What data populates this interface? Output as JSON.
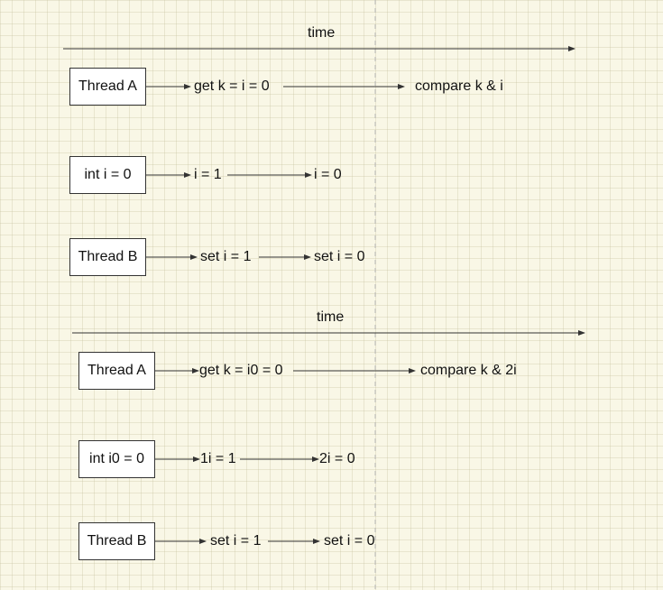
{
  "diagrams": [
    {
      "time_label": "time",
      "rows": [
        {
          "box": "Thread A",
          "steps": [
            "get k = i = 0",
            "compare k & i"
          ]
        },
        {
          "box": "int i = 0",
          "steps": [
            "i = 1",
            "i = 0"
          ]
        },
        {
          "box": "Thread B",
          "steps": [
            "set i = 1",
            "set i = 0"
          ]
        }
      ]
    },
    {
      "time_label": "time",
      "rows": [
        {
          "box": "Thread A",
          "steps": [
            "get k = i0 = 0",
            "compare k & 2i"
          ]
        },
        {
          "box": "int i0 = 0",
          "steps": [
            "1i = 1",
            "2i = 0"
          ]
        },
        {
          "box": "Thread B",
          "steps": [
            "set i = 1",
            "set i = 0"
          ]
        }
      ]
    }
  ],
  "colors": {
    "background": "#f9f7e6",
    "grid": "#d8d3b0",
    "line": "#333333",
    "divider": "#b8b8b8"
  }
}
